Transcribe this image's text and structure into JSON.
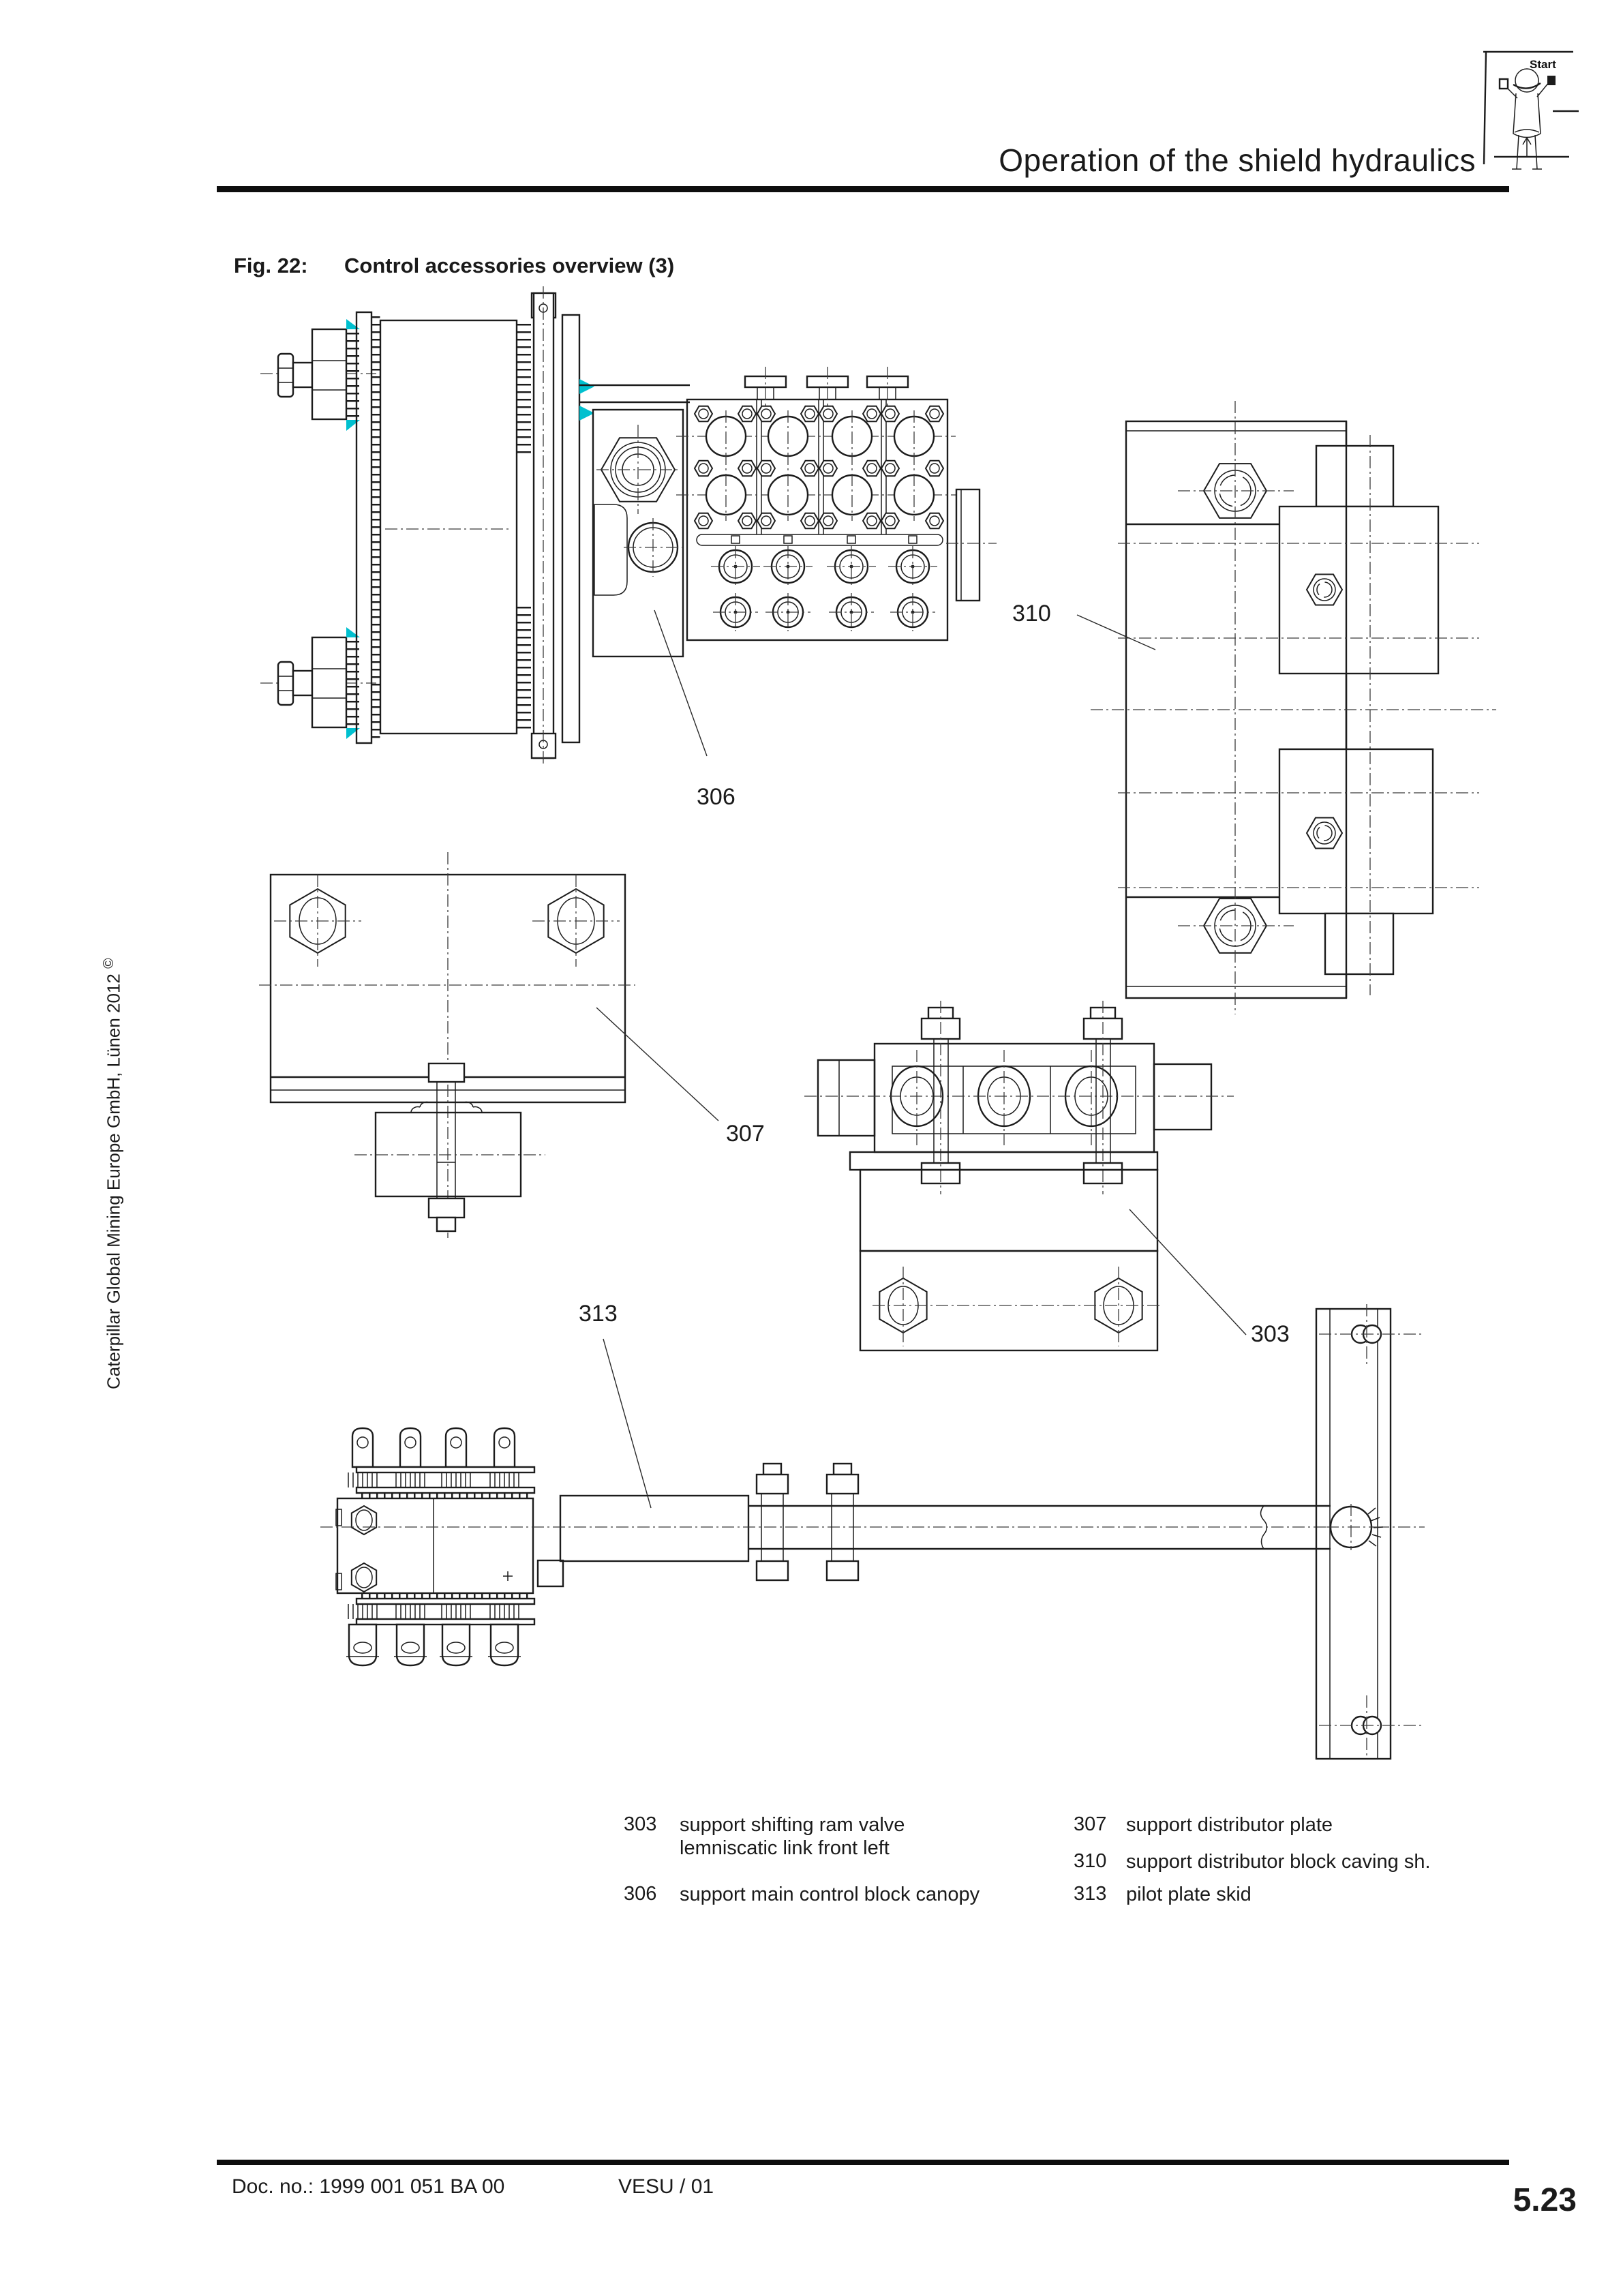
{
  "header": {
    "title": "Operation of the shield hydraulics",
    "icon_label": "Start"
  },
  "figure": {
    "tag": "Fig. 22:",
    "caption": "Control accessories overview (3)"
  },
  "sidebar": {
    "copyright": "Caterpillar Global Mining Europe GmbH, Lünen 2012",
    "symbol": "©"
  },
  "callouts": {
    "c303": "303",
    "c306": "306",
    "c307": "307",
    "c310": "310",
    "c313": "313"
  },
  "legend": {
    "left": [
      {
        "num": "303",
        "lines": [
          "support shifting ram valve",
          "lemniscatic link front left"
        ]
      },
      {
        "num": "306",
        "lines": [
          "support main control block canopy"
        ]
      }
    ],
    "right": [
      {
        "num": "307",
        "lines": [
          "support distributor plate"
        ]
      },
      {
        "num": "310",
        "lines": [
          "support distributor block caving sh."
        ]
      },
      {
        "num": "313",
        "lines": [
          "pilot plate skid"
        ]
      }
    ]
  },
  "footer": {
    "doc": "Doc. no.: 1999 001 051 BA 00",
    "version": "VESU / 01",
    "page": "5.23"
  },
  "colors": {
    "accent": "#00c0cf",
    "line": "#1c1c1c"
  }
}
